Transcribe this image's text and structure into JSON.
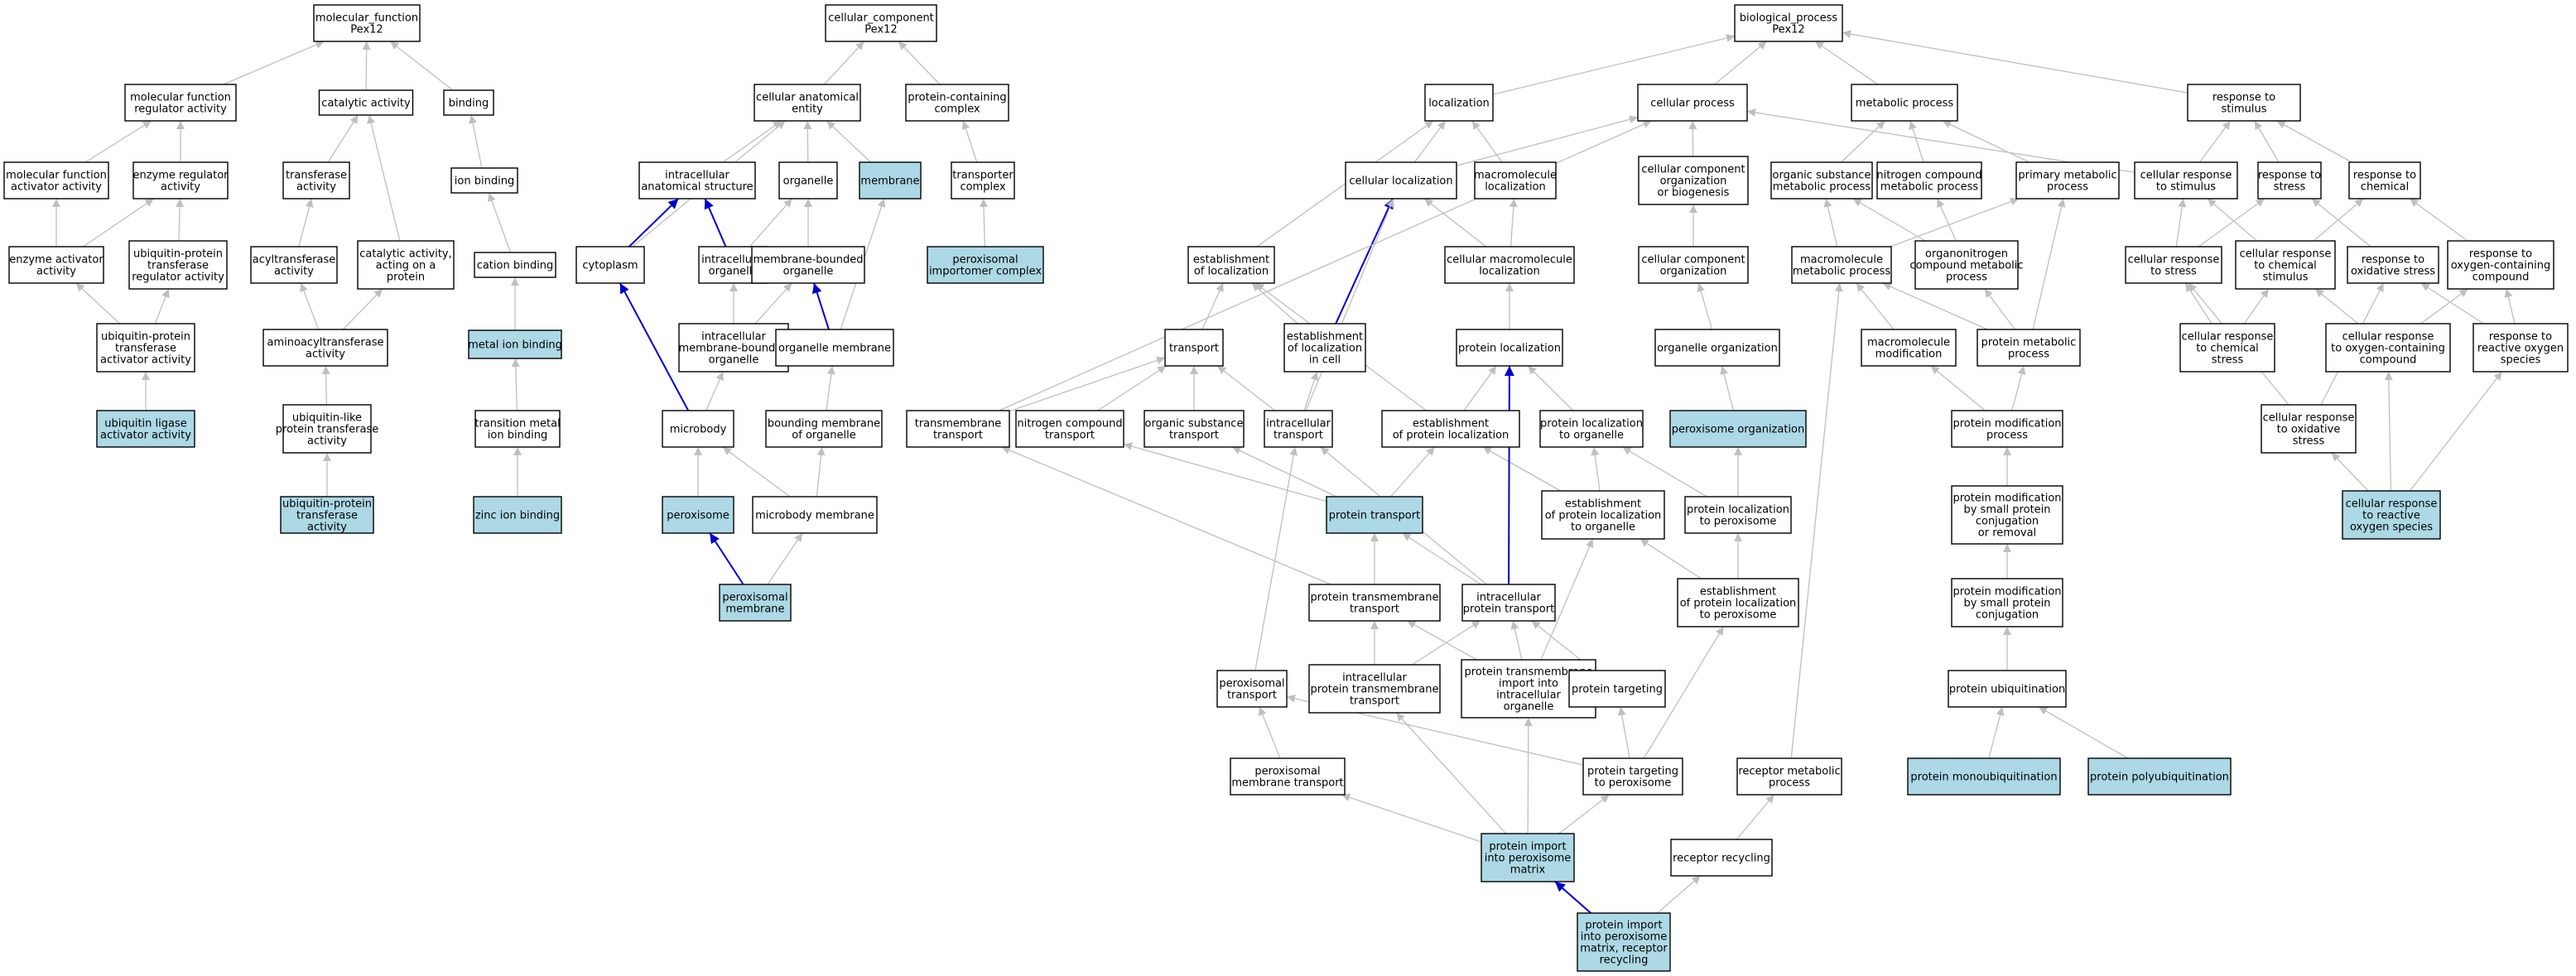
{
  "colors": {
    "background": "#ffffff",
    "node_fill": "#ffffff",
    "highlight_fill": "#add8e6",
    "node_border": "#000000",
    "edge_gray": "#bfbfbf",
    "edge_blue": "#0000cc"
  },
  "nodes": [
    {
      "id": "mf_root",
      "lines": [
        "molecular_function",
        "Pex12"
      ]
    },
    {
      "id": "mf_reg",
      "lines": [
        "molecular function",
        "regulator activity"
      ]
    },
    {
      "id": "catalytic",
      "lines": [
        "catalytic activity"
      ]
    },
    {
      "id": "binding",
      "lines": [
        "binding"
      ]
    },
    {
      "id": "mf_act",
      "lines": [
        "molecular function",
        "activator activity"
      ]
    },
    {
      "id": "enz_reg",
      "lines": [
        "enzyme regulator",
        "activity"
      ]
    },
    {
      "id": "transferase",
      "lines": [
        "transferase",
        "activity"
      ]
    },
    {
      "id": "ion_binding",
      "lines": [
        "ion binding"
      ]
    },
    {
      "id": "enz_act",
      "lines": [
        "enzyme activator",
        "activity"
      ]
    },
    {
      "id": "ubp_reg",
      "lines": [
        "ubiquitin-protein",
        "transferase",
        "regulator activity"
      ]
    },
    {
      "id": "acyl",
      "lines": [
        "acyltransferase",
        "activity"
      ]
    },
    {
      "id": "cat_prot",
      "lines": [
        "catalytic activity,",
        "acting on a",
        "protein"
      ]
    },
    {
      "id": "cation",
      "lines": [
        "cation binding"
      ]
    },
    {
      "id": "ubp_act",
      "lines": [
        "ubiquitin-protein",
        "transferase",
        "activator activity"
      ]
    },
    {
      "id": "aminoacyl",
      "lines": [
        "aminoacyltransferase",
        "activity"
      ]
    },
    {
      "id": "metal",
      "lines": [
        "metal ion binding"
      ],
      "hl": true
    },
    {
      "id": "ub_ligase",
      "lines": [
        "ubiquitin ligase",
        "activator activity"
      ],
      "hl": true
    },
    {
      "id": "ubl",
      "lines": [
        "ubiquitin-like",
        "protein transferase",
        "activity"
      ]
    },
    {
      "id": "trans_metal",
      "lines": [
        "transition metal",
        "ion binding"
      ]
    },
    {
      "id": "ubp_trans",
      "lines": [
        "ubiquitin-protein",
        "transferase",
        "activity"
      ],
      "hl": true
    },
    {
      "id": "zinc",
      "lines": [
        "zinc ion binding"
      ],
      "hl": true
    },
    {
      "id": "cc_root",
      "lines": [
        "cellular_component",
        "Pex12"
      ]
    },
    {
      "id": "cae",
      "lines": [
        "cellular anatomical",
        "entity"
      ]
    },
    {
      "id": "pcc",
      "lines": [
        "protein-containing",
        "complex"
      ]
    },
    {
      "id": "ias",
      "lines": [
        "intracellular",
        "anatomical structure"
      ]
    },
    {
      "id": "organelle",
      "lines": [
        "organelle"
      ]
    },
    {
      "id": "membrane",
      "lines": [
        "membrane"
      ],
      "hl": true
    },
    {
      "id": "transporter_cx",
      "lines": [
        "transporter",
        "complex"
      ]
    },
    {
      "id": "cytoplasm",
      "lines": [
        "cytoplasm"
      ]
    },
    {
      "id": "io",
      "lines": [
        "intracellular",
        "organelle"
      ]
    },
    {
      "id": "mbo",
      "lines": [
        "membrane-bounded",
        "organelle"
      ]
    },
    {
      "id": "pim",
      "lines": [
        "peroxisomal",
        "importomer complex"
      ],
      "hl": true
    },
    {
      "id": "imbo",
      "lines": [
        "intracellular",
        "membrane-bounded",
        "organelle"
      ]
    },
    {
      "id": "org_mem",
      "lines": [
        "organelle membrane"
      ]
    },
    {
      "id": "microbody",
      "lines": [
        "microbody"
      ]
    },
    {
      "id": "bound_mem",
      "lines": [
        "bounding membrane",
        "of organelle"
      ]
    },
    {
      "id": "peroxisome",
      "lines": [
        "peroxisome"
      ],
      "hl": true
    },
    {
      "id": "mb_mem",
      "lines": [
        "microbody membrane"
      ]
    },
    {
      "id": "perox_mem",
      "lines": [
        "peroxisomal",
        "membrane"
      ],
      "hl": true
    },
    {
      "id": "bp_root",
      "lines": [
        "biological_process",
        "Pex12"
      ]
    },
    {
      "id": "localization",
      "lines": [
        "localization"
      ]
    },
    {
      "id": "cell_proc",
      "lines": [
        "cellular process"
      ]
    },
    {
      "id": "metab",
      "lines": [
        "metabolic process"
      ]
    },
    {
      "id": "resp_stim",
      "lines": [
        "response to",
        "stimulus"
      ]
    },
    {
      "id": "cell_loc",
      "lines": [
        "cellular localization"
      ]
    },
    {
      "id": "macro_loc",
      "lines": [
        "macromolecule",
        "localization"
      ]
    },
    {
      "id": "ccob",
      "lines": [
        "cellular component",
        "organization",
        "or biogenesis"
      ]
    },
    {
      "id": "osmp",
      "lines": [
        "organic substance",
        "metabolic process"
      ]
    },
    {
      "id": "ncmp",
      "lines": [
        "nitrogen compound",
        "metabolic process"
      ]
    },
    {
      "id": "pmp",
      "lines": [
        "primary metabolic",
        "process"
      ]
    },
    {
      "id": "crs",
      "lines": [
        "cellular response",
        "to stimulus"
      ]
    },
    {
      "id": "resp_stress",
      "lines": [
        "response to",
        "stress"
      ]
    },
    {
      "id": "resp_chem",
      "lines": [
        "response to",
        "chemical"
      ]
    },
    {
      "id": "est_loc",
      "lines": [
        "establishment",
        "of localization"
      ]
    },
    {
      "id": "cml",
      "lines": [
        "cellular macromolecule",
        "localization"
      ]
    },
    {
      "id": "cco",
      "lines": [
        "cellular component",
        "organization"
      ]
    },
    {
      "id": "mmp",
      "lines": [
        "macromolecule",
        "metabolic process"
      ]
    },
    {
      "id": "oncmp",
      "lines": [
        "organonitrogen",
        "compound metabolic",
        "process"
      ]
    },
    {
      "id": "crstress",
      "lines": [
        "cellular response",
        "to stress"
      ]
    },
    {
      "id": "crcs",
      "lines": [
        "cellular response",
        "to chemical",
        "stimulus"
      ]
    },
    {
      "id": "ros",
      "lines": [
        "response to",
        "oxidative stress"
      ]
    },
    {
      "id": "rocc",
      "lines": [
        "response to",
        "oxygen-containing",
        "compound"
      ]
    },
    {
      "id": "transport",
      "lines": [
        "transport"
      ]
    },
    {
      "id": "elc",
      "lines": [
        "establishment",
        "of localization",
        "in cell"
      ]
    },
    {
      "id": "prot_loc",
      "lines": [
        "protein localization"
      ]
    },
    {
      "id": "org_org",
      "lines": [
        "organelle organization"
      ]
    },
    {
      "id": "mm_mod",
      "lines": [
        "macromolecule",
        "modification"
      ]
    },
    {
      "id": "prot_mp",
      "lines": [
        "protein metabolic",
        "process"
      ]
    },
    {
      "id": "crcstress",
      "lines": [
        "cellular response",
        "to chemical",
        "stress"
      ]
    },
    {
      "id": "crocc",
      "lines": [
        "cellular response",
        "to oxygen-containing",
        "compound"
      ]
    },
    {
      "id": "rros",
      "lines": [
        "response to",
        "reactive oxygen",
        "species"
      ]
    },
    {
      "id": "tm_trans",
      "lines": [
        "transmembrane",
        "transport"
      ]
    },
    {
      "id": "nc_trans",
      "lines": [
        "nitrogen compound",
        "transport"
      ]
    },
    {
      "id": "os_trans",
      "lines": [
        "organic substance",
        "transport"
      ]
    },
    {
      "id": "ic_trans",
      "lines": [
        "intracellular",
        "transport"
      ]
    },
    {
      "id": "epl",
      "lines": [
        "establishment",
        "of protein localization"
      ]
    },
    {
      "id": "plo",
      "lines": [
        "protein localization",
        "to organelle"
      ]
    },
    {
      "id": "perox_org",
      "lines": [
        "peroxisome organization"
      ],
      "hl": true
    },
    {
      "id": "pmod",
      "lines": [
        "protein modification",
        "process"
      ]
    },
    {
      "id": "cros",
      "lines": [
        "cellular response",
        "to oxidative",
        "stress"
      ]
    },
    {
      "id": "crros",
      "lines": [
        "cellular response",
        "to reactive",
        "oxygen species"
      ],
      "hl": true
    },
    {
      "id": "prot_trans",
      "lines": [
        "protein transport"
      ],
      "hl": true
    },
    {
      "id": "eplo",
      "lines": [
        "establishment",
        "of protein localization",
        "to organelle"
      ]
    },
    {
      "id": "plp",
      "lines": [
        "protein localization",
        "to peroxisome"
      ]
    },
    {
      "id": "pmsp",
      "lines": [
        "protein modification",
        "by small protein",
        "conjugation",
        "or removal"
      ]
    },
    {
      "id": "ptm",
      "lines": [
        "protein transmembrane",
        "transport"
      ]
    },
    {
      "id": "ipt",
      "lines": [
        "intracellular",
        "protein transport"
      ]
    },
    {
      "id": "eplp",
      "lines": [
        "establishment",
        "of protein localization",
        "to peroxisome"
      ]
    },
    {
      "id": "pmspc",
      "lines": [
        "protein modification",
        "by small protein",
        "conjugation"
      ]
    },
    {
      "id": "perox_trans",
      "lines": [
        "peroxisomal",
        "transport"
      ]
    },
    {
      "id": "iptm",
      "lines": [
        "intracellular",
        "protein transmembrane",
        "transport"
      ]
    },
    {
      "id": "ptmi",
      "lines": [
        "protein transmembrane",
        "import into",
        "intracellular",
        "organelle"
      ]
    },
    {
      "id": "ptarget",
      "lines": [
        "protein targeting"
      ]
    },
    {
      "id": "pub",
      "lines": [
        "protein ubiquitination"
      ]
    },
    {
      "id": "pmt",
      "lines": [
        "peroxisomal",
        "membrane transport"
      ]
    },
    {
      "id": "ptp",
      "lines": [
        "protein targeting",
        "to peroxisome"
      ]
    },
    {
      "id": "rmp",
      "lines": [
        "receptor metabolic",
        "process"
      ]
    },
    {
      "id": "pmono",
      "lines": [
        "protein monoubiquitination"
      ],
      "hl": true
    },
    {
      "id": "ppoly",
      "lines": [
        "protein polyubiquitination"
      ],
      "hl": true
    },
    {
      "id": "pipm",
      "lines": [
        "protein import",
        "into peroxisome",
        "matrix"
      ],
      "hl": true
    },
    {
      "id": "rrec",
      "lines": [
        "receptor recycling"
      ]
    },
    {
      "id": "pipmr",
      "lines": [
        "protein import",
        "into peroxisome",
        "matrix, receptor",
        "recycling"
      ],
      "hl": true
    }
  ],
  "edges": [
    [
      "mf_reg",
      "mf_root"
    ],
    [
      "catalytic",
      "mf_root"
    ],
    [
      "binding",
      "mf_root"
    ],
    [
      "mf_act",
      "mf_reg"
    ],
    [
      "enz_reg",
      "mf_reg"
    ],
    [
      "transferase",
      "catalytic"
    ],
    [
      "cat_prot",
      "catalytic"
    ],
    [
      "ion_binding",
      "binding"
    ],
    [
      "enz_act",
      "mf_act"
    ],
    [
      "enz_act",
      "enz_reg"
    ],
    [
      "ubp_reg",
      "enz_reg"
    ],
    [
      "acyl",
      "transferase"
    ],
    [
      "cation",
      "ion_binding"
    ],
    [
      "ubp_act",
      "enz_act"
    ],
    [
      "ubp_act",
      "ubp_reg"
    ],
    [
      "aminoacyl",
      "acyl"
    ],
    [
      "aminoacyl",
      "cat_prot"
    ],
    [
      "metal",
      "cation"
    ],
    [
      "ub_ligase",
      "ubp_act"
    ],
    [
      "ubl",
      "aminoacyl"
    ],
    [
      "trans_metal",
      "metal"
    ],
    [
      "ubp_trans",
      "ubl"
    ],
    [
      "zinc",
      "trans_metal"
    ],
    [
      "cae",
      "cc_root"
    ],
    [
      "pcc",
      "cc_root"
    ],
    [
      "ias",
      "cae"
    ],
    [
      "organelle",
      "cae"
    ],
    [
      "membrane",
      "cae"
    ],
    [
      "cytoplasm",
      "cae"
    ],
    [
      "transporter_cx",
      "pcc"
    ],
    [
      "cytoplasm",
      "ias",
      "blue"
    ],
    [
      "io",
      "ias",
      "blue"
    ],
    [
      "io",
      "organelle"
    ],
    [
      "mbo",
      "organelle"
    ],
    [
      "pim",
      "transporter_cx"
    ],
    [
      "imbo",
      "io"
    ],
    [
      "imbo",
      "mbo"
    ],
    [
      "org_mem",
      "mbo",
      "blue"
    ],
    [
      "org_mem",
      "membrane"
    ],
    [
      "microbody",
      "imbo"
    ],
    [
      "microbody",
      "cytoplasm",
      "blue"
    ],
    [
      "bound_mem",
      "org_mem"
    ],
    [
      "peroxisome",
      "microbody"
    ],
    [
      "mb_mem",
      "microbody"
    ],
    [
      "mb_mem",
      "bound_mem"
    ],
    [
      "perox_mem",
      "peroxisome",
      "blue"
    ],
    [
      "perox_mem",
      "mb_mem"
    ],
    [
      "localization",
      "bp_root"
    ],
    [
      "cell_proc",
      "bp_root"
    ],
    [
      "metab",
      "bp_root"
    ],
    [
      "resp_stim",
      "bp_root"
    ],
    [
      "cell_loc",
      "localization"
    ],
    [
      "cell_loc",
      "cell_proc"
    ],
    [
      "macro_loc",
      "localization"
    ],
    [
      "ccob",
      "cell_proc"
    ],
    [
      "osmp",
      "metab"
    ],
    [
      "ncmp",
      "metab"
    ],
    [
      "pmp",
      "metab"
    ],
    [
      "crs",
      "resp_stim"
    ],
    [
      "crs",
      "cell_proc"
    ],
    [
      "resp_stress",
      "resp_stim"
    ],
    [
      "resp_chem",
      "resp_stim"
    ],
    [
      "est_loc",
      "localization"
    ],
    [
      "cml",
      "cell_loc"
    ],
    [
      "cml",
      "macro_loc"
    ],
    [
      "cco",
      "ccob"
    ],
    [
      "mmp",
      "osmp"
    ],
    [
      "mmp",
      "pmp"
    ],
    [
      "oncmp",
      "osmp"
    ],
    [
      "oncmp",
      "ncmp"
    ],
    [
      "crstress",
      "crs"
    ],
    [
      "crstress",
      "resp_stress"
    ],
    [
      "crcs",
      "crs"
    ],
    [
      "crcs",
      "resp_chem"
    ],
    [
      "ros",
      "resp_stress"
    ],
    [
      "rocc",
      "resp_chem"
    ],
    [
      "transport",
      "est_loc"
    ],
    [
      "elc",
      "est_loc"
    ],
    [
      "elc",
      "cell_loc",
      "blue"
    ],
    [
      "prot_loc",
      "cml"
    ],
    [
      "org_org",
      "cco"
    ],
    [
      "mm_mod",
      "mmp"
    ],
    [
      "prot_mp",
      "mmp"
    ],
    [
      "prot_mp",
      "oncmp"
    ],
    [
      "prot_mp",
      "pmp"
    ],
    [
      "crcstress",
      "crstress"
    ],
    [
      "crcstress",
      "crcs"
    ],
    [
      "crocc",
      "crcs"
    ],
    [
      "crocc",
      "rocc"
    ],
    [
      "rros",
      "ros"
    ],
    [
      "rros",
      "rocc"
    ],
    [
      "tm_trans",
      "transport"
    ],
    [
      "tm_trans",
      "cell_proc"
    ],
    [
      "nc_trans",
      "transport"
    ],
    [
      "os_trans",
      "transport"
    ],
    [
      "ic_trans",
      "transport"
    ],
    [
      "ic_trans",
      "elc"
    ],
    [
      "ic_trans",
      "cell_loc"
    ],
    [
      "epl",
      "prot_loc"
    ],
    [
      "epl",
      "est_loc"
    ],
    [
      "plo",
      "prot_loc"
    ],
    [
      "perox_org",
      "org_org"
    ],
    [
      "pmod",
      "mm_mod"
    ],
    [
      "pmod",
      "prot_mp"
    ],
    [
      "cros",
      "crstress"
    ],
    [
      "cros",
      "ros"
    ],
    [
      "crros",
      "crocc"
    ],
    [
      "crros",
      "rros"
    ],
    [
      "crros",
      "cros"
    ],
    [
      "prot_trans",
      "epl"
    ],
    [
      "prot_trans",
      "nc_trans"
    ],
    [
      "prot_trans",
      "os_trans"
    ],
    [
      "eplo",
      "epl"
    ],
    [
      "eplo",
      "plo"
    ],
    [
      "plp",
      "plo"
    ],
    [
      "plp",
      "perox_org"
    ],
    [
      "pmsp",
      "pmod"
    ],
    [
      "ptm",
      "prot_trans"
    ],
    [
      "ptm",
      "tm_trans"
    ],
    [
      "ipt",
      "prot_trans"
    ],
    [
      "ipt",
      "ic_trans"
    ],
    [
      "ipt",
      "prot_loc",
      "blue"
    ],
    [
      "eplp",
      "eplo"
    ],
    [
      "eplp",
      "plp"
    ],
    [
      "pmspc",
      "pmsp"
    ],
    [
      "perox_trans",
      "ic_trans"
    ],
    [
      "iptm",
      "ipt"
    ],
    [
      "iptm",
      "ptm"
    ],
    [
      "ptmi",
      "ptm"
    ],
    [
      "ptmi",
      "ipt"
    ],
    [
      "ptmi",
      "eplo"
    ],
    [
      "ptarget",
      "ipt"
    ],
    [
      "pub",
      "pmspc"
    ],
    [
      "pmt",
      "perox_trans"
    ],
    [
      "ptp",
      "ptarget"
    ],
    [
      "ptp",
      "eplp"
    ],
    [
      "ptp",
      "perox_trans"
    ],
    [
      "rmp",
      "mmp"
    ],
    [
      "pmono",
      "pub"
    ],
    [
      "ppoly",
      "pub"
    ],
    [
      "pipm",
      "pmt"
    ],
    [
      "pipm",
      "iptm"
    ],
    [
      "pipm",
      "ptmi"
    ],
    [
      "pipm",
      "ptp"
    ],
    [
      "rrec",
      "rmp"
    ],
    [
      "pipmr",
      "pipm",
      "blue"
    ],
    [
      "pipmr",
      "rrec"
    ]
  ]
}
